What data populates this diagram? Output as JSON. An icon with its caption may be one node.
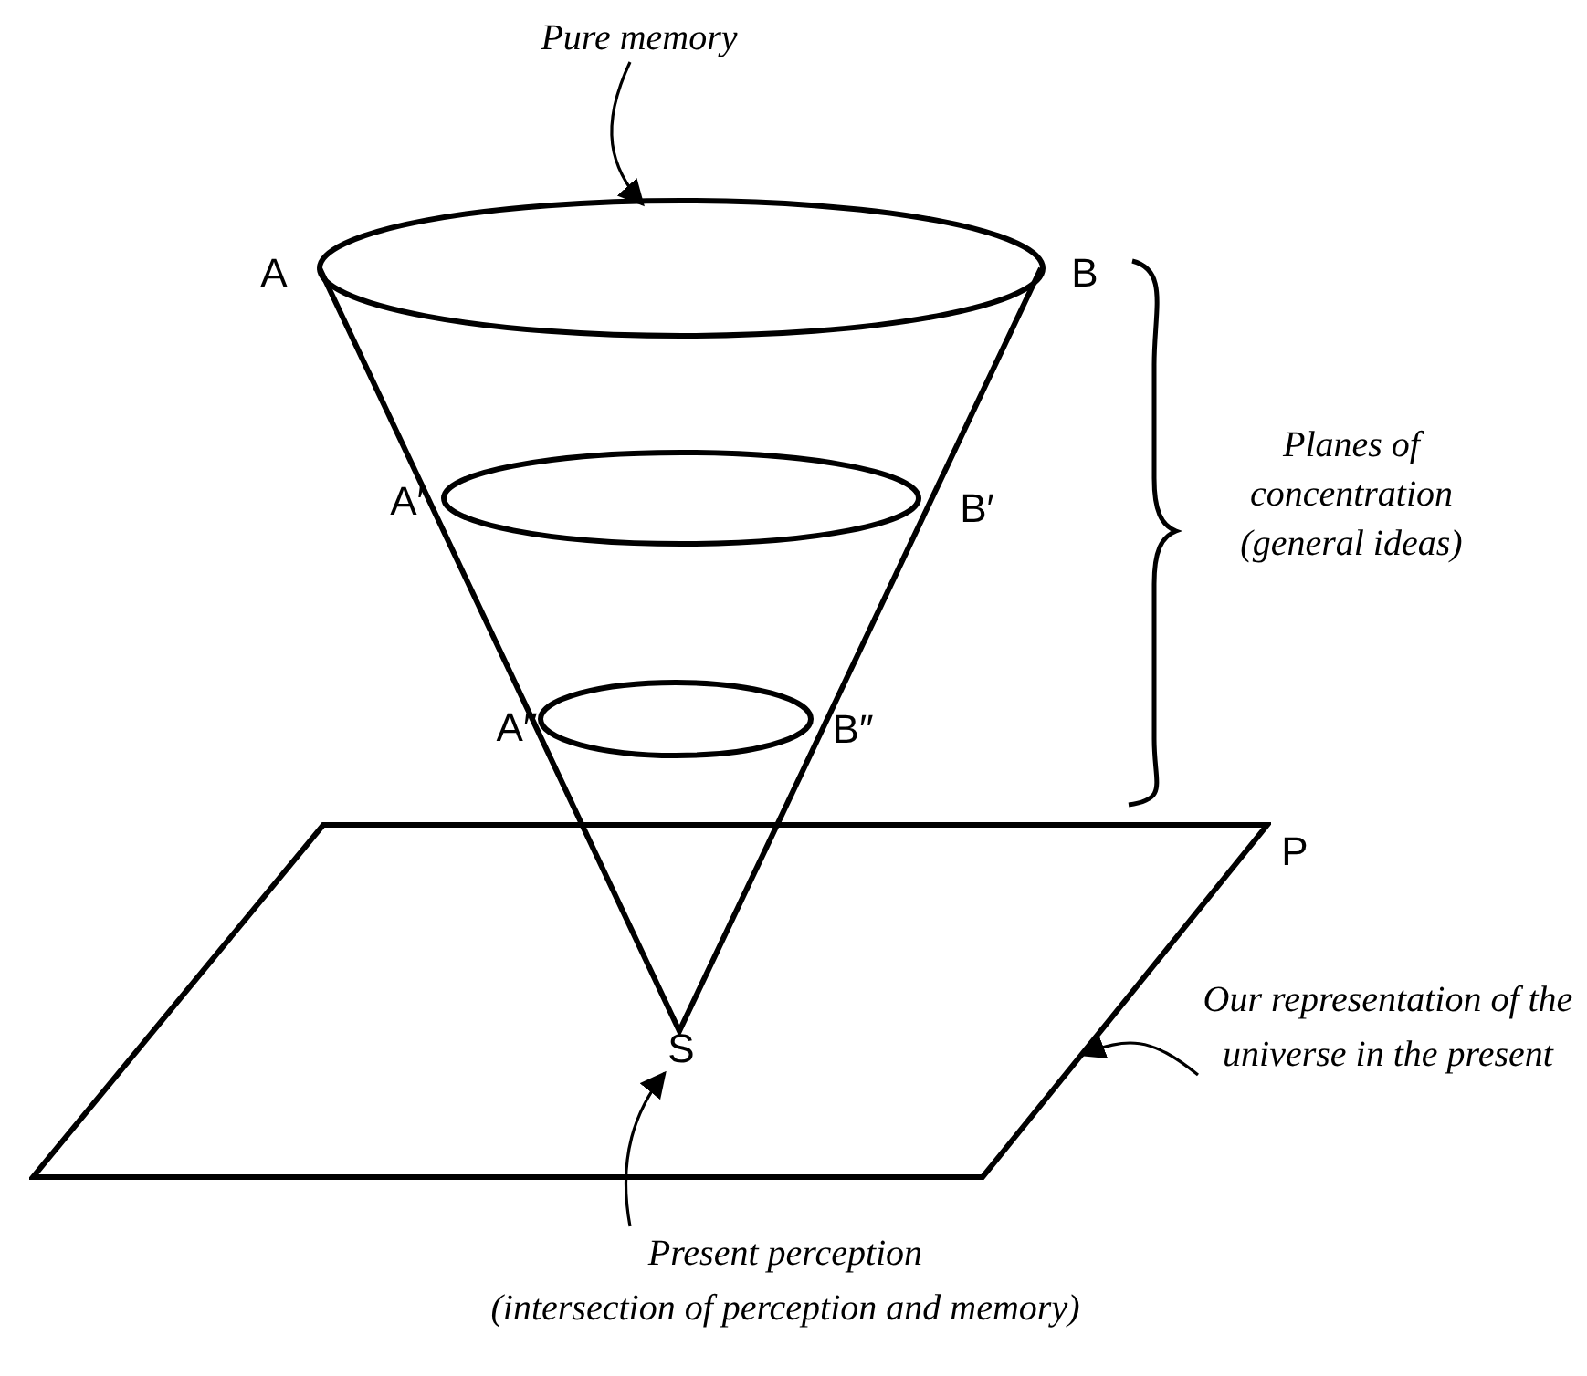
{
  "diagram": {
    "nodes": [
      {
        "text": [
          "Pure memory"
        ]
      },
      {
        "text": [],
        "shape": "ellipse"
      },
      {
        "text": [
          "Present perception",
          "(intersection of perception and memory)"
        ]
      },
      {
        "text": [
          "S"
        ],
        "in": 5
      },
      {
        "text": [
          "Our representation of the universe in the present"
        ]
      },
      {
        "text": [],
        "shape": "parallelogram"
      }
    ],
    "edges": [
      {
        "from": 0,
        "to": 1,
        "arrow": "to"
      },
      {
        "from": 2,
        "to": 3,
        "arrow": "to"
      },
      {
        "from": 4,
        "to": 5,
        "arrow": "to"
      }
    ],
    "labels": [
      "A",
      "B",
      "A′",
      "B′",
      "Planes of concentration (general ideas)",
      "A″",
      "B″",
      "P"
    ]
  }
}
